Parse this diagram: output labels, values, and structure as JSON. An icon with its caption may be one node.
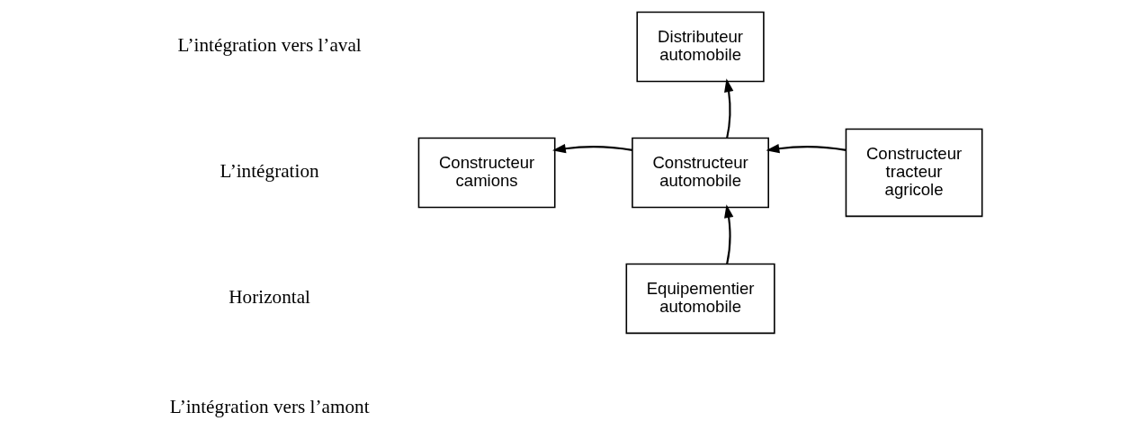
{
  "diagram": {
    "nodes": [
      {
        "text": [
          "Distributeur automobile"
        ]
      },
      {
        "text": [
          "Constructeur camions"
        ]
      },
      {
        "text": [
          "Constructeur automobile"
        ]
      },
      {
        "text": [
          "Constructeur tracteur agricole"
        ]
      },
      {
        "text": [
          "Equipementier automobile"
        ]
      }
    ],
    "edges": [
      {
        "from": 2,
        "to": 0,
        "arrow": "to"
      },
      {
        "from": 2,
        "to": 1,
        "arrow": "to"
      },
      {
        "from": 3,
        "to": 2,
        "arrow": "to"
      },
      {
        "from": 4,
        "to": 2,
        "arrow": "to"
      }
    ],
    "labels": [
      "L’intégration vers l’aval",
      "L’intégration",
      "Horizontal",
      "L’intégration vers l’amont"
    ]
  }
}
